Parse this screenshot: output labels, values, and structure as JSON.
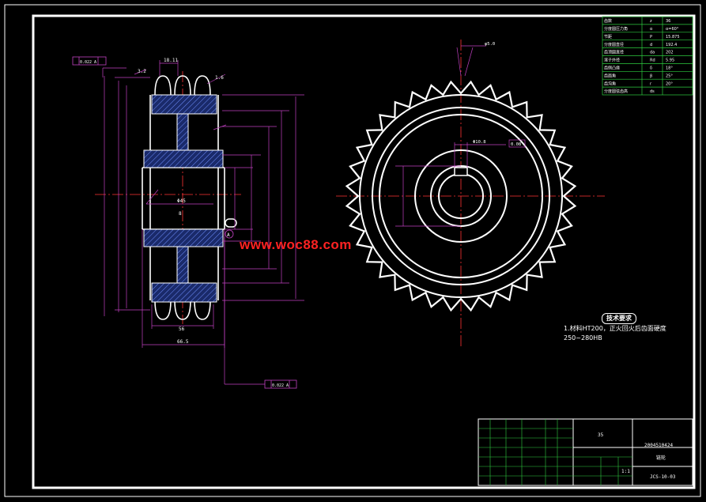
{
  "watermark": "www.woc88.com",
  "notes": {
    "heading": "技术要求",
    "line1": "1.材料HT200，正火回火后齿面硬度",
    "line2": "250~280HB"
  },
  "dimensions": {
    "d1": "18.11",
    "d2": "3.2",
    "d3": "1.6",
    "d4": "56",
    "d5": "66.5",
    "d6": "8",
    "bore": "Φ45",
    "tol_top": "0.022 A",
    "tol_bottom": "0.022 A",
    "datum": "A",
    "key": "Φ10.8",
    "angle": "φ5.0",
    "key_tol": "0.08"
  },
  "param_table": {
    "rows": [
      {
        "name": "齿数",
        "sym": "z",
        "val": "36"
      },
      {
        "name": "分度圆压力角",
        "sym": "α",
        "val": "α=60°"
      },
      {
        "name": "节距",
        "sym": "P",
        "val": "15.875"
      },
      {
        "name": "分度圆直径",
        "sym": "d",
        "val": "192.4"
      },
      {
        "name": "齿顶圆直径",
        "sym": "da",
        "val": "202"
      },
      {
        "name": "滚子外径",
        "sym": "Rd",
        "val": "5.95"
      },
      {
        "name": "齿侧凸缘",
        "sym": "δ",
        "val": "18°"
      },
      {
        "name": "齿面角",
        "sym": "β",
        "val": "25°"
      },
      {
        "name": "齿沟角",
        "sym": "r",
        "val": "20°"
      },
      {
        "name": "分度圆弦齿高",
        "sym": "ds",
        "val": ""
      }
    ]
  },
  "title_block": {
    "material": "35",
    "drawing_no": "2004510424",
    "part_name": "链轮",
    "code": "JCS-10-03",
    "scale": "1:1"
  }
}
